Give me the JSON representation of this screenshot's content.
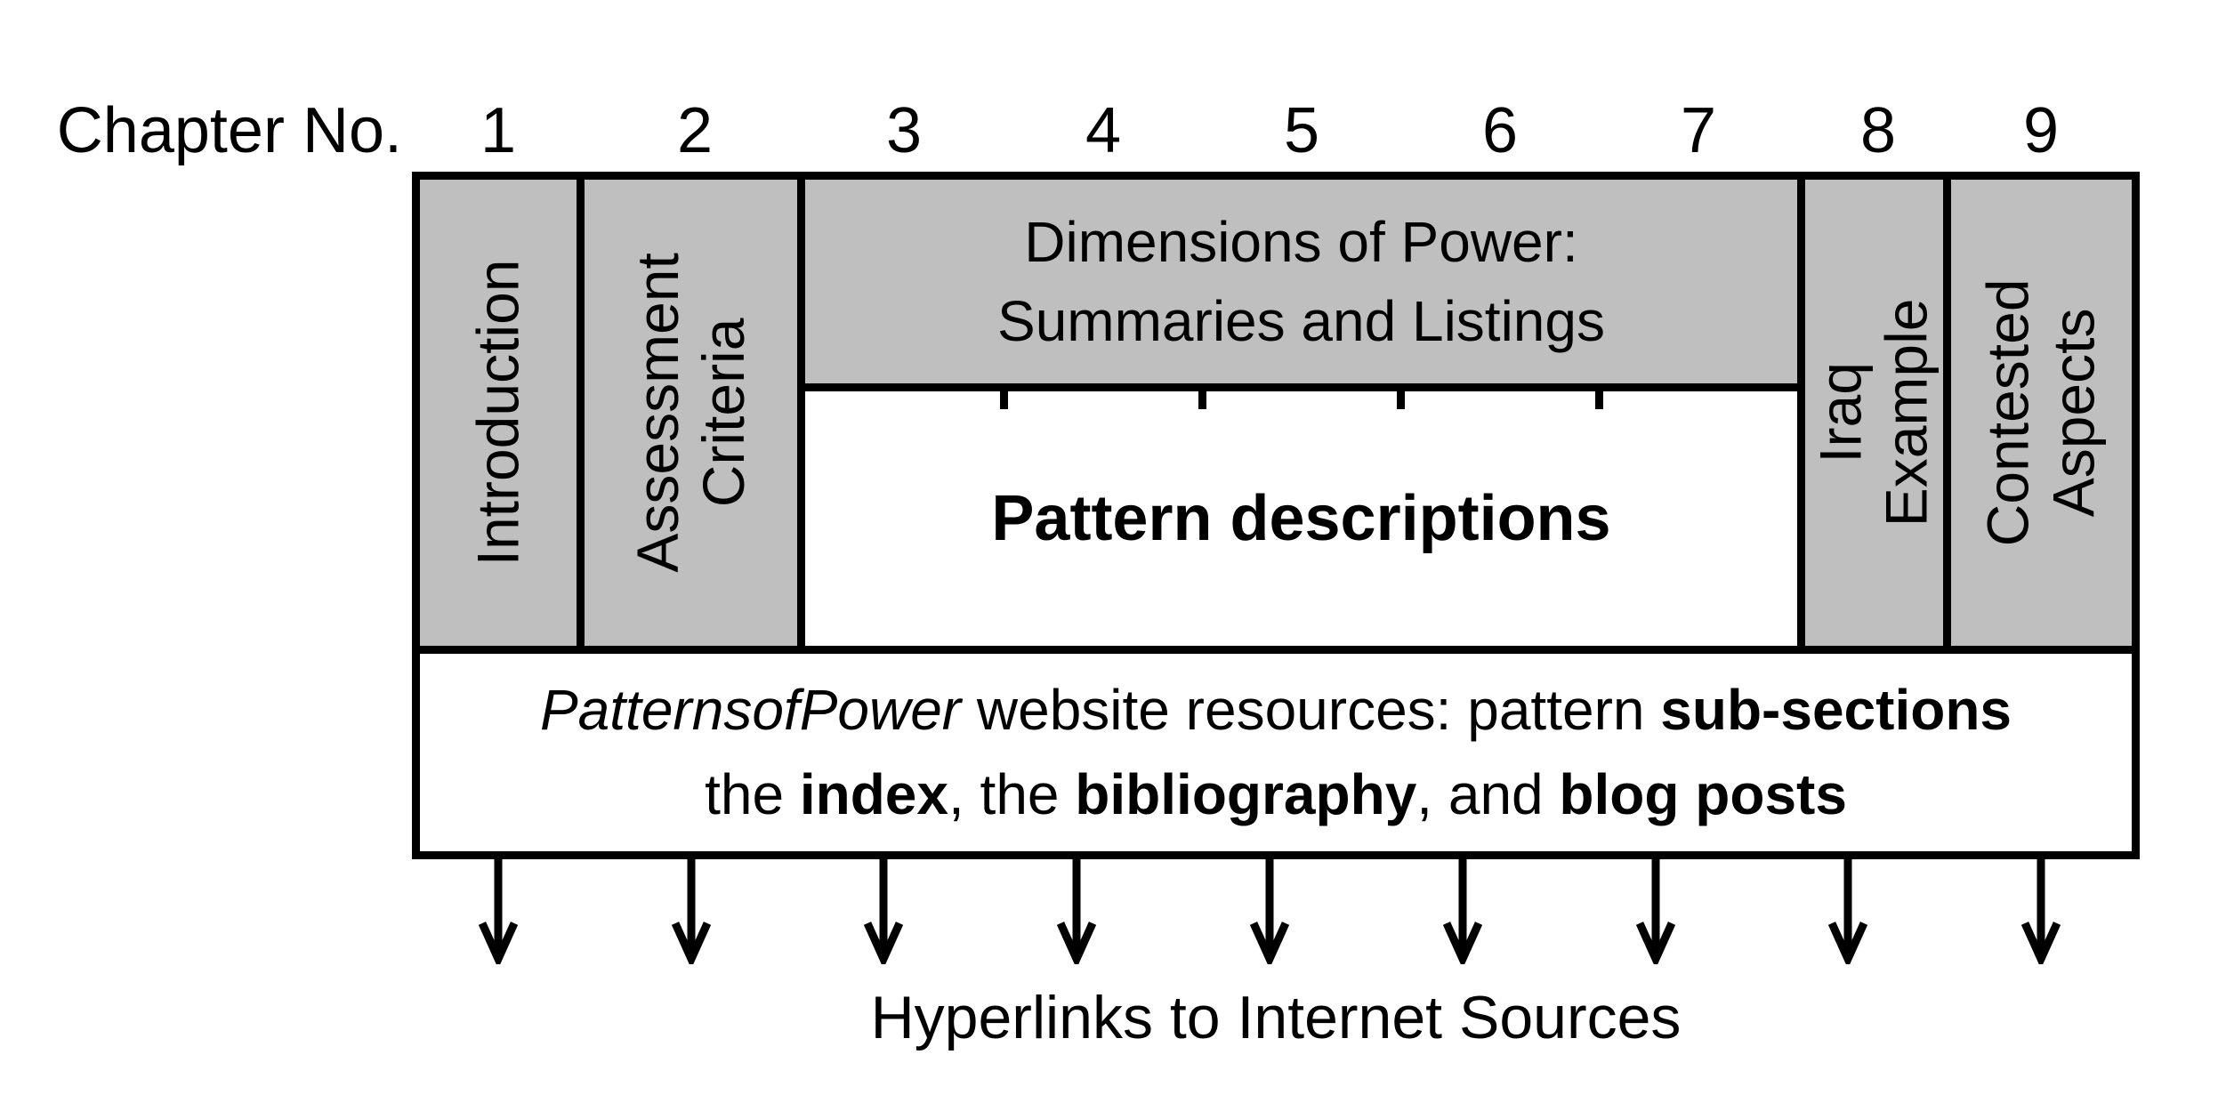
{
  "title_row": {
    "label": "Chapter No.",
    "numbers": [
      "1",
      "2",
      "3",
      "4",
      "5",
      "6",
      "7",
      "8",
      "9"
    ]
  },
  "book": {
    "chapter1_label": "Introduction",
    "chapter2_label": "Assessment\nCriteria",
    "chapters3to7_header": "Dimensions of Power:\nSummaries and Listings",
    "chapters3to7_body": "Pattern descriptions",
    "chapter8_label": "Iraq Example",
    "chapter9_label": "Contested\nAspects"
  },
  "resources_box": {
    "line1": [
      {
        "text": "PatternsofPower",
        "style": "italic"
      },
      {
        "text": " website resources: pattern ",
        "style": "regular"
      },
      {
        "text": "sub-sections",
        "style": "bold"
      }
    ],
    "line2": [
      {
        "text": "the ",
        "style": "regular"
      },
      {
        "text": "index",
        "style": "bold"
      },
      {
        "text": ", the ",
        "style": "regular"
      },
      {
        "text": "bibliography",
        "style": "bold"
      },
      {
        "text": ", and ",
        "style": "regular"
      },
      {
        "text": "blog posts",
        "style": "bold"
      }
    ]
  },
  "arrows": {
    "count": 9,
    "meaning": "Hyperlinks from each chapter"
  },
  "footer": {
    "label": "Hyperlinks to Internet Sources"
  },
  "colors": {
    "cell_gray": "#BFBFBF",
    "line_black": "#000000"
  }
}
